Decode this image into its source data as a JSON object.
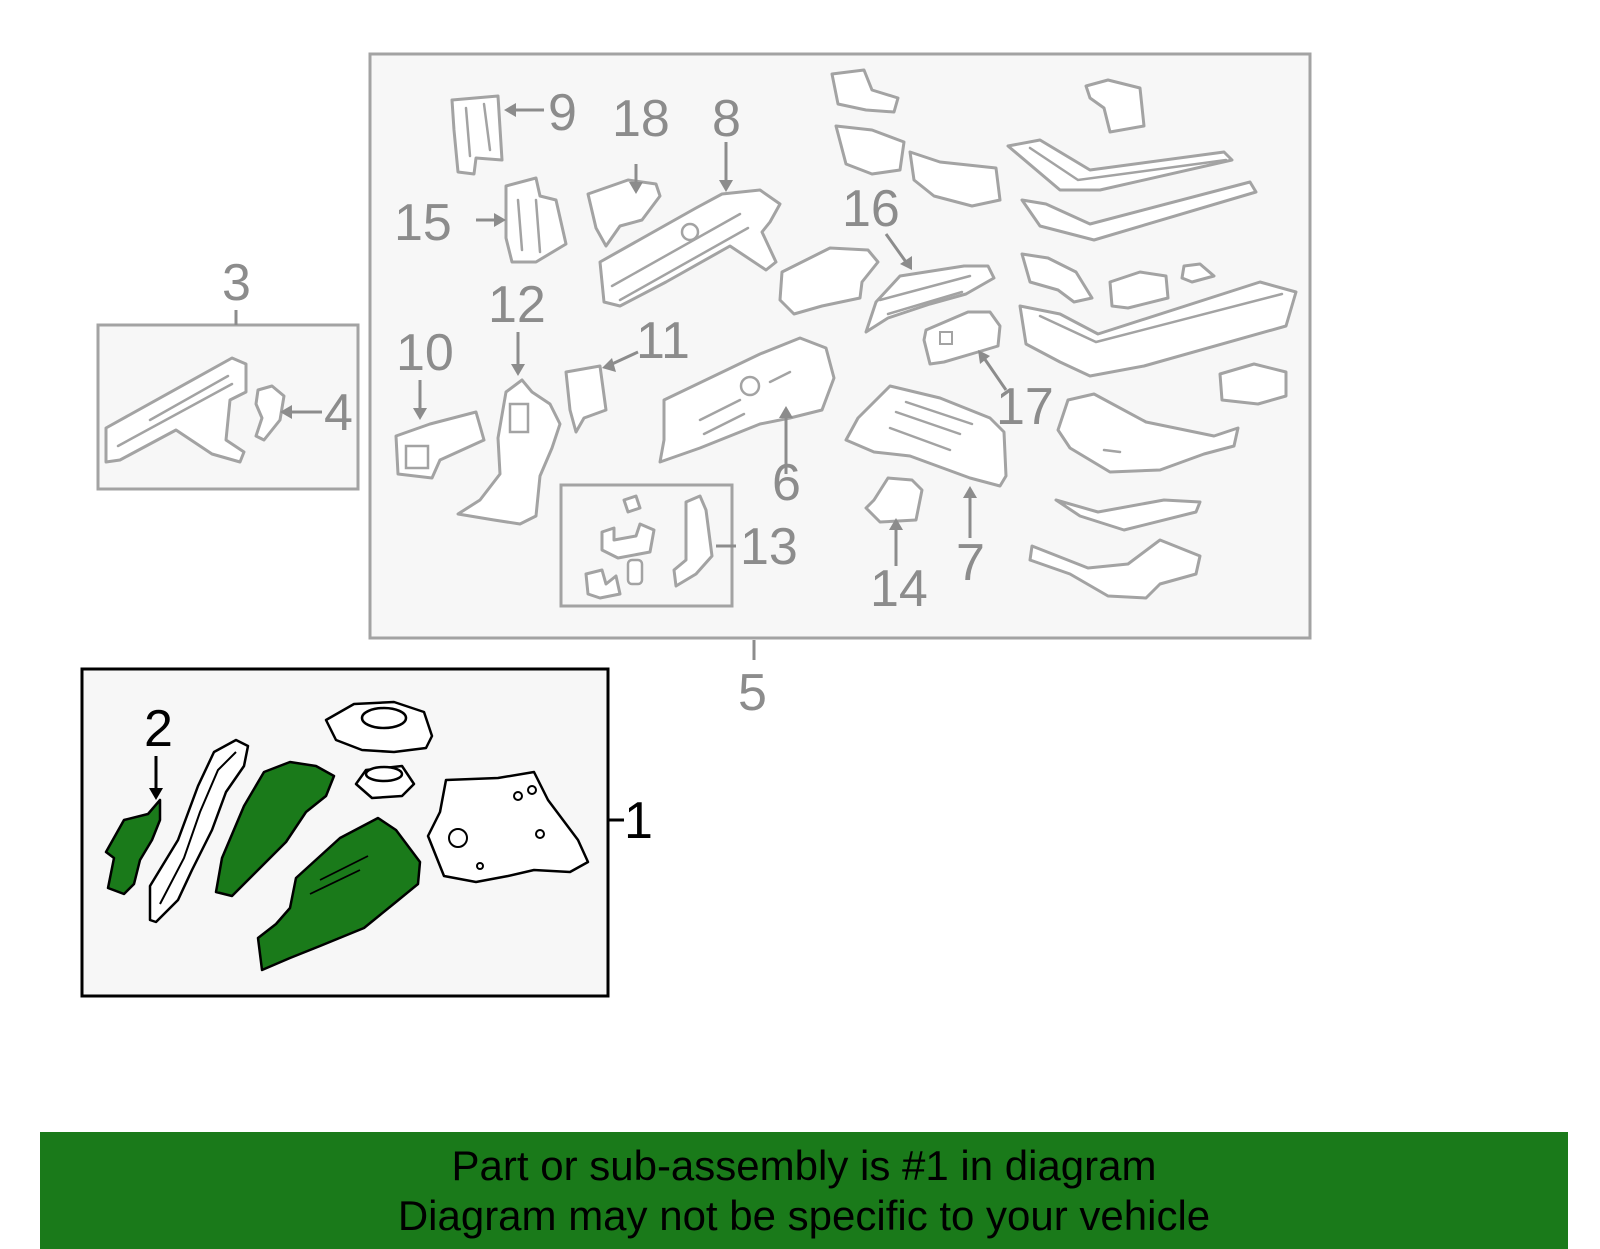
{
  "callouts": {
    "c1": "1",
    "c2": "2",
    "c3": "3",
    "c4": "4",
    "c5": "5",
    "c6": "6",
    "c7": "7",
    "c8": "8",
    "c9": "9",
    "c10": "10",
    "c11": "11",
    "c12": "12",
    "c13": "13",
    "c14": "14",
    "c15": "15",
    "c16": "16",
    "c17": "17",
    "c18": "18"
  },
  "colors": {
    "highlight_green": "#1a7a1a",
    "outline_gray": "#a3a3a3",
    "label_gray": "#8c8c8c",
    "panel_fill": "#f7f7f7"
  },
  "banner": {
    "line1": "Part or sub-assembly is #1 in diagram",
    "line2": "Diagram may not be specific to your vehicle"
  }
}
